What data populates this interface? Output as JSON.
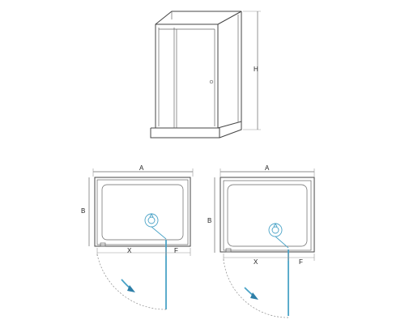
{
  "labels": {
    "height": "H",
    "width_a": "A",
    "depth_b": "B",
    "door_x": "X",
    "offset_f": "F"
  },
  "colors": {
    "line": "#444444",
    "accent": "#4aa3c7",
    "arrow": "#2e7fa8"
  }
}
